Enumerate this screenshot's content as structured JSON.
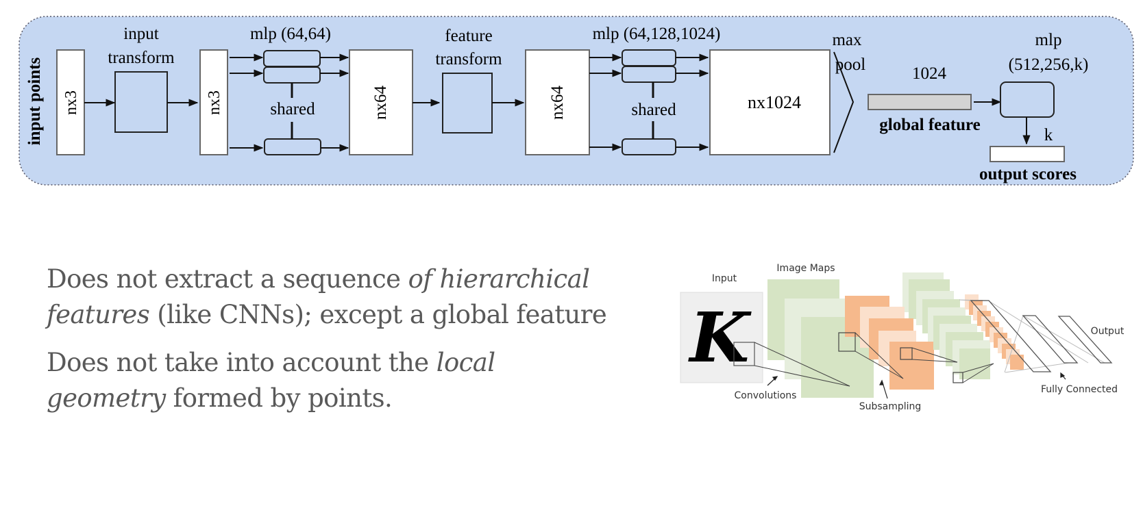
{
  "pointnet_diagram": {
    "frame_color": "#c5d7f2",
    "input_label": "input points",
    "blocks": {
      "input_nx3": "nx3",
      "transformed_nx3": "nx3",
      "nx64_a": "nx64",
      "nx64_b": "nx64",
      "nx1024": "nx1024",
      "global_feature_size": "1024"
    },
    "labels": {
      "input_transform_1": "input",
      "input_transform_2": "transform",
      "mlp1": "mlp (64,64)",
      "shared1": "shared",
      "feature_transform_1": "feature",
      "feature_transform_2": "transform",
      "mlp2": "mlp (64,128,1024)",
      "shared2": "shared",
      "max_pool_1": "max",
      "max_pool_2": "pool",
      "global_feature": "global feature",
      "mlp3_1": "mlp",
      "mlp3_2": "(512,256,k)",
      "k": "k",
      "output_scores": "output scores"
    }
  },
  "bullets": [
    {
      "pre": "Does not extract a sequence ",
      "em": "of hierarchical features",
      "post": " (like CNNs); except a global feature"
    },
    {
      "pre": "Does not take into account the ",
      "em": "local geometry",
      "post": " formed by points."
    }
  ],
  "cnn_diagram": {
    "input_glyph": "K",
    "labels": {
      "input": "Input",
      "image_maps": "Image Maps",
      "convolutions": "Convolutions",
      "subsampling": "Subsampling",
      "fully_connected": "Fully Connected",
      "output": "Output"
    },
    "colors": {
      "green": "#d6e4c4",
      "light_green": "#e6eedd",
      "orange": "#f6b98c",
      "light_orange": "#fbe0cc",
      "input_bg": "#efefef"
    }
  }
}
